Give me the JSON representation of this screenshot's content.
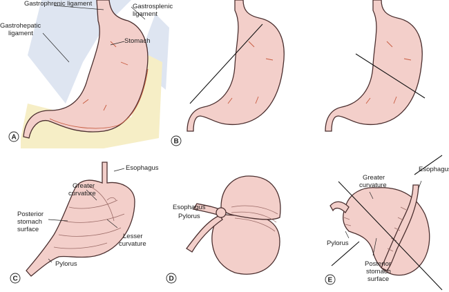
{
  "figure": {
    "panels": {
      "A": {
        "letter": "A",
        "labels": {
          "gastrophrenic": "Gastrophrenic ligament",
          "gastrohepatic_1": "Gastrohepatic",
          "gastrohepatic_2": "ligament",
          "gastrosplenic_1": "Gastrosplenic",
          "gastrosplenic_2": "ligament",
          "stomach": "Stomach"
        }
      },
      "B": {
        "letter": "B"
      },
      "C": {
        "letter": "C",
        "labels": {
          "esophagus": "Esophagus",
          "greater_1": "Greater",
          "greater_2": "curvature",
          "posterior_1": "Posterior",
          "posterior_2": "stomach",
          "posterior_3": "surface",
          "lesser_1": "Lesser",
          "lesser_2": "curvature",
          "pylorus": "Pylorus"
        }
      },
      "D": {
        "letter": "D",
        "labels": {
          "esophagus": "Esophagus",
          "pylorus": "Pylorus"
        }
      },
      "E": {
        "letter": "E",
        "labels": {
          "esophagus": "Esophagus",
          "greater_1": "Greater",
          "greater_2": "curvature",
          "pylorus": "Pylorus",
          "posterior_1": "Posterior",
          "posterior_2": "stomach",
          "posterior_3": "surface"
        }
      }
    },
    "colors": {
      "stomach": "#f3cfca",
      "vessel": "#c75a3e",
      "fat": "#f6eec6",
      "ligament": "#d6dfee"
    }
  }
}
